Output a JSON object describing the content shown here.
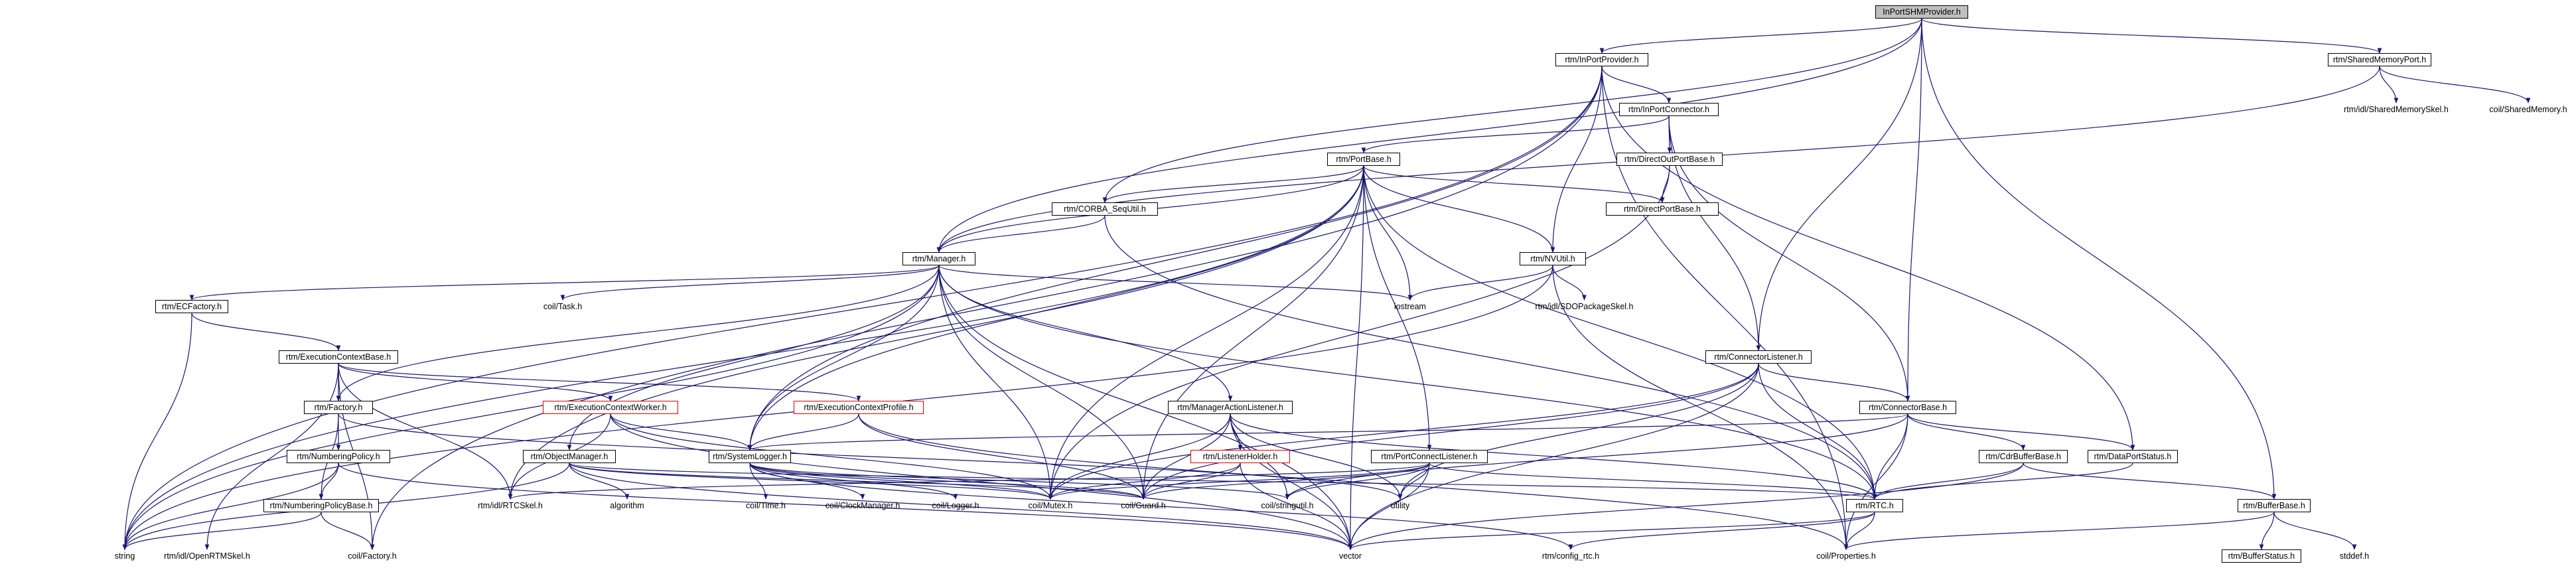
{
  "root": "InPortSHMProvider.h",
  "nodes": [
    {
      "id": "n1",
      "label": "InPortSHMProvider.h",
      "style": "root"
    },
    {
      "id": "n2",
      "label": "rtm/InPortProvider.h",
      "style": "normal"
    },
    {
      "id": "n3",
      "label": "rtm/SharedMemoryPort.h",
      "style": "normal"
    },
    {
      "id": "n4",
      "label": "rtm/idl/SharedMemorySkel.h",
      "style": "nobox"
    },
    {
      "id": "n5",
      "label": "coil/SharedMemory.h",
      "style": "nobox"
    },
    {
      "id": "n6",
      "label": "rtm/InPortConnector.h",
      "style": "normal"
    },
    {
      "id": "n7",
      "label": "rtm/PortBase.h",
      "style": "normal"
    },
    {
      "id": "n8",
      "label": "rtm/DirectOutPortBase.h",
      "style": "normal"
    },
    {
      "id": "n9",
      "label": "rtm/CORBA_SeqUtil.h",
      "style": "normal"
    },
    {
      "id": "n10",
      "label": "rtm/DirectPortBase.h",
      "style": "normal"
    },
    {
      "id": "n11",
      "label": "rtm/Manager.h",
      "style": "normal"
    },
    {
      "id": "n12",
      "label": "rtm/NVUtil.h",
      "style": "normal"
    },
    {
      "id": "n13",
      "label": "rtm/ECFactory.h",
      "style": "normal"
    },
    {
      "id": "n14",
      "label": "coil/Task.h",
      "style": "nobox"
    },
    {
      "id": "n15",
      "label": "iostream",
      "style": "nobox"
    },
    {
      "id": "n16",
      "label": "rtm/idl/SDOPackageSkel.h",
      "style": "nobox"
    },
    {
      "id": "n17",
      "label": "rtm/ExecutionContextBase.h",
      "style": "normal"
    },
    {
      "id": "n18",
      "label": "rtm/ConnectorListener.h",
      "style": "normal"
    },
    {
      "id": "n19",
      "label": "rtm/Factory.h",
      "style": "normal"
    },
    {
      "id": "n20",
      "label": "rtm/ExecutionContextWorker.h",
      "style": "red"
    },
    {
      "id": "n21",
      "label": "rtm/ExecutionContextProfile.h",
      "style": "red"
    },
    {
      "id": "n22",
      "label": "rtm/ManagerActionListener.h",
      "style": "normal"
    },
    {
      "id": "n23",
      "label": "rtm/ConnectorBase.h",
      "style": "normal"
    },
    {
      "id": "n24",
      "label": "rtm/NumberingPolicy.h",
      "style": "normal"
    },
    {
      "id": "n25",
      "label": "rtm/ListenerHolder.h",
      "style": "red"
    },
    {
      "id": "n26",
      "label": "rtm/PortConnectListener.h",
      "style": "normal"
    },
    {
      "id": "n27",
      "label": "rtm/CdrBufferBase.h",
      "style": "normal"
    },
    {
      "id": "n28",
      "label": "rtm/DataPortStatus.h",
      "style": "normal"
    },
    {
      "id": "n29",
      "label": "rtm/ObjectManager.h",
      "style": "normal"
    },
    {
      "id": "n30",
      "label": "rtm/SystemLogger.h",
      "style": "normal"
    },
    {
      "id": "n31",
      "label": "rtm/NumberingPolicyBase.h",
      "style": "normal"
    },
    {
      "id": "n32",
      "label": "rtm/BufferBase.h",
      "style": "normal"
    },
    {
      "id": "n33",
      "label": "algorithm",
      "style": "nobox"
    },
    {
      "id": "n34",
      "label": "coil/Time.h",
      "style": "nobox"
    },
    {
      "id": "n35",
      "label": "coil/ClockManager.h",
      "style": "nobox"
    },
    {
      "id": "n36",
      "label": "coil/Logger.h",
      "style": "nobox"
    },
    {
      "id": "n37",
      "label": "coil/Mutex.h",
      "style": "nobox"
    },
    {
      "id": "n38",
      "label": "coil/Guard.h",
      "style": "nobox"
    },
    {
      "id": "n39",
      "label": "coil/stringutil.h",
      "style": "nobox"
    },
    {
      "id": "n40",
      "label": "utility",
      "style": "nobox"
    },
    {
      "id": "n41",
      "label": "rtm/RTC.h",
      "style": "normal"
    },
    {
      "id": "n42",
      "label": "rtm/idl/RTCSkel.h",
      "style": "nobox"
    },
    {
      "id": "n43",
      "label": "string",
      "style": "nobox"
    },
    {
      "id": "n44",
      "label": "rtm/idl/OpenRTMSkel.h",
      "style": "nobox"
    },
    {
      "id": "n45",
      "label": "coil/Factory.h",
      "style": "nobox"
    },
    {
      "id": "n46",
      "label": "vector",
      "style": "nobox"
    },
    {
      "id": "n47",
      "label": "rtm/config_rtc.h",
      "style": "nobox"
    },
    {
      "id": "n48",
      "label": "coil/Properties.h",
      "style": "nobox"
    },
    {
      "id": "n49",
      "label": "rtm/BufferStatus.h",
      "style": "normal"
    },
    {
      "id": "n50",
      "label": "stddef.h",
      "style": "nobox"
    }
  ],
  "edges": [
    [
      "n1",
      "n2"
    ],
    [
      "n1",
      "n3"
    ],
    [
      "n1",
      "n9"
    ],
    [
      "n1",
      "n11"
    ],
    [
      "n1",
      "n18"
    ],
    [
      "n1",
      "n23"
    ],
    [
      "n1",
      "n32"
    ],
    [
      "n3",
      "n4"
    ],
    [
      "n3",
      "n5"
    ],
    [
      "n3",
      "n11"
    ],
    [
      "n2",
      "n6"
    ],
    [
      "n2",
      "n12"
    ],
    [
      "n2",
      "n28"
    ],
    [
      "n2",
      "n30"
    ],
    [
      "n2",
      "n43"
    ],
    [
      "n2",
      "n45"
    ],
    [
      "n2",
      "n48"
    ],
    [
      "n6",
      "n7"
    ],
    [
      "n6",
      "n8"
    ],
    [
      "n6",
      "n18"
    ],
    [
      "n6",
      "n23"
    ],
    [
      "n8",
      "n10"
    ],
    [
      "n8",
      "n37"
    ],
    [
      "n7",
      "n9"
    ],
    [
      "n7",
      "n10"
    ],
    [
      "n7",
      "n11"
    ],
    [
      "n7",
      "n12"
    ],
    [
      "n7",
      "n15"
    ],
    [
      "n7",
      "n26"
    ],
    [
      "n7",
      "n30"
    ],
    [
      "n7",
      "n38"
    ],
    [
      "n7",
      "n41"
    ],
    [
      "n7",
      "n42"
    ],
    [
      "n7",
      "n43"
    ],
    [
      "n7",
      "n46"
    ],
    [
      "n7",
      "n37"
    ],
    [
      "n9",
      "n11"
    ],
    [
      "n9",
      "n41"
    ],
    [
      "n12",
      "n15"
    ],
    [
      "n12",
      "n16"
    ],
    [
      "n12",
      "n43"
    ],
    [
      "n12",
      "n48"
    ],
    [
      "n11",
      "n13"
    ],
    [
      "n11",
      "n14"
    ],
    [
      "n11",
      "n15"
    ],
    [
      "n11",
      "n19"
    ],
    [
      "n11",
      "n22"
    ],
    [
      "n11",
      "n29"
    ],
    [
      "n11",
      "n30"
    ],
    [
      "n11",
      "n37"
    ],
    [
      "n11",
      "n38"
    ],
    [
      "n11",
      "n41"
    ],
    [
      "n11",
      "n43"
    ],
    [
      "n11",
      "n46"
    ],
    [
      "n13",
      "n17"
    ],
    [
      "n13",
      "n43"
    ],
    [
      "n17",
      "n19"
    ],
    [
      "n17",
      "n20"
    ],
    [
      "n17",
      "n21"
    ],
    [
      "n17",
      "n42"
    ],
    [
      "n17",
      "n44"
    ],
    [
      "n17",
      "n45"
    ],
    [
      "n19",
      "n24"
    ],
    [
      "n19",
      "n31"
    ],
    [
      "n19",
      "n40"
    ],
    [
      "n20",
      "n30"
    ],
    [
      "n20",
      "n37"
    ],
    [
      "n20",
      "n42"
    ],
    [
      "n20",
      "n46"
    ],
    [
      "n21",
      "n30"
    ],
    [
      "n21",
      "n38"
    ],
    [
      "n21",
      "n48"
    ],
    [
      "n24",
      "n31"
    ],
    [
      "n24",
      "n43"
    ],
    [
      "n24",
      "n46"
    ],
    [
      "n31",
      "n43"
    ],
    [
      "n31",
      "n45"
    ],
    [
      "n22",
      "n25"
    ],
    [
      "n22",
      "n37"
    ],
    [
      "n22",
      "n38"
    ],
    [
      "n22",
      "n39"
    ],
    [
      "n22",
      "n40"
    ],
    [
      "n22",
      "n41"
    ],
    [
      "n22",
      "n46"
    ],
    [
      "n25",
      "n37"
    ],
    [
      "n25",
      "n38"
    ],
    [
      "n25",
      "n46"
    ],
    [
      "n29",
      "n33"
    ],
    [
      "n29",
      "n37"
    ],
    [
      "n29",
      "n38"
    ],
    [
      "n29",
      "n41"
    ],
    [
      "n29",
      "n43"
    ],
    [
      "n29",
      "n46"
    ],
    [
      "n30",
      "n34"
    ],
    [
      "n30",
      "n35"
    ],
    [
      "n30",
      "n36"
    ],
    [
      "n30",
      "n37"
    ],
    [
      "n30",
      "n38"
    ],
    [
      "n30",
      "n39"
    ],
    [
      "n30",
      "n47"
    ],
    [
      "n26",
      "n37"
    ],
    [
      "n26",
      "n38"
    ],
    [
      "n26",
      "n39"
    ],
    [
      "n26",
      "n40"
    ],
    [
      "n26",
      "n41"
    ],
    [
      "n26",
      "n42"
    ],
    [
      "n26",
      "n46"
    ],
    [
      "n18",
      "n23"
    ],
    [
      "n18",
      "n37"
    ],
    [
      "n18",
      "n38"
    ],
    [
      "n18",
      "n40"
    ],
    [
      "n18",
      "n41"
    ],
    [
      "n18",
      "n46"
    ],
    [
      "n23",
      "n27"
    ],
    [
      "n23",
      "n28"
    ],
    [
      "n23",
      "n30"
    ],
    [
      "n23",
      "n39"
    ],
    [
      "n23",
      "n41"
    ],
    [
      "n23",
      "n48"
    ],
    [
      "n27",
      "n32"
    ],
    [
      "n27",
      "n41"
    ],
    [
      "n27",
      "n46"
    ],
    [
      "n28",
      "n41"
    ],
    [
      "n32",
      "n48"
    ],
    [
      "n32",
      "n49"
    ],
    [
      "n32",
      "n50"
    ],
    [
      "n41",
      "n46"
    ],
    [
      "n41",
      "n47"
    ],
    [
      "n41",
      "n48"
    ]
  ],
  "colors": {
    "edge": "#191970",
    "root_fill": "#bfbfbf",
    "node_border": "#000000",
    "incomplete_border": "#e00000"
  }
}
